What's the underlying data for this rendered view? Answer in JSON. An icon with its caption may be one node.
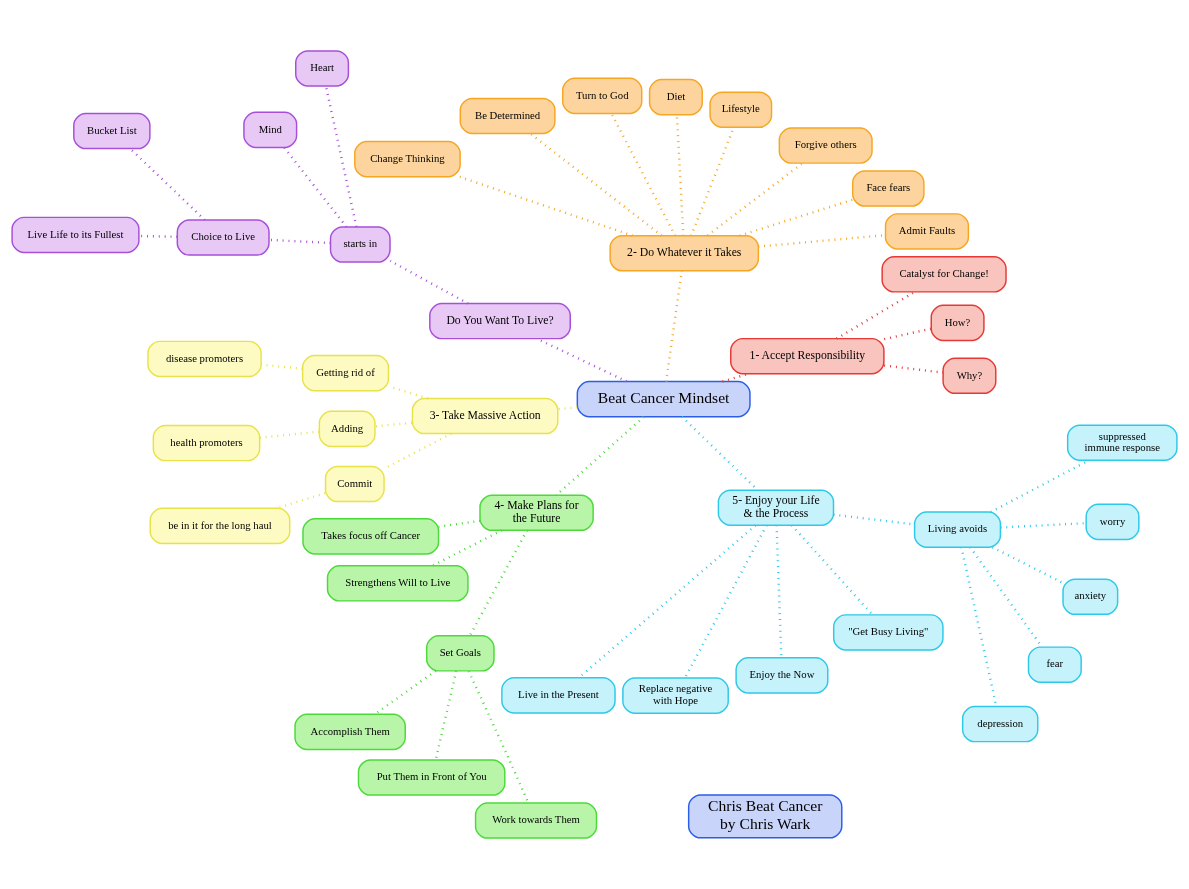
{
  "diagram": {
    "nodes": [
      {
        "text": [
          "Why?"
        ]
      },
      {
        "text": [
          "How?"
        ]
      },
      {
        "text": [
          "Catalyst for Change!"
        ]
      },
      {
        "text": [
          "Admit Faults"
        ]
      },
      {
        "text": [
          "Face fears"
        ]
      },
      {
        "text": [
          "Forgive others"
        ]
      },
      {
        "text": [
          "Lifestyle"
        ]
      },
      {
        "text": [
          "1- Accept Responsibility"
        ]
      },
      {
        "text": [
          "Diet"
        ]
      },
      {
        "text": [
          "2- Do Whatever it Takes"
        ]
      },
      {
        "text": [
          "Turn to God"
        ]
      },
      {
        "text": [
          "Be Determined"
        ]
      },
      {
        "text": [
          "disease promoters"
        ]
      },
      {
        "text": [
          "Change Thinking"
        ]
      },
      {
        "text": [
          "Getting rid of"
        ]
      },
      {
        "text": [
          "Do You Want To Live?"
        ]
      },
      {
        "text": [
          "Beat Cancer Mindset"
        ]
      },
      {
        "text": [
          "3- Take Massive Action"
        ]
      },
      {
        "text": [
          "Adding"
        ]
      },
      {
        "text": [
          "health promoters"
        ]
      },
      {
        "text": [
          "Heart"
        ]
      },
      {
        "text": [
          "starts in"
        ]
      },
      {
        "text": [
          "Mind"
        ]
      },
      {
        "text": [
          "Commit"
        ]
      },
      {
        "text": [
          "be in it for the long haul"
        ]
      },
      {
        "text": [
          "Choice to Live"
        ]
      },
      {
        "text": [
          "4- Make Plans for the Future"
        ]
      },
      {
        "text": [
          "Takes focus off Cancer"
        ]
      },
      {
        "text": [
          "5- Enjoy your Life & the Process"
        ]
      },
      {
        "text": [
          "Bucket List"
        ]
      },
      {
        "text": [
          "Live Life to its Fullest"
        ]
      },
      {
        "text": [
          "Strengthens Will to Live"
        ]
      },
      {
        "text": [
          "Live in the Present"
        ]
      },
      {
        "text": [
          "Replace negative with Hope"
        ]
      },
      {
        "text": [
          "Set Goals"
        ]
      },
      {
        "text": [
          "Enjoy the Now"
        ]
      },
      {
        "text": [
          "Accomplish Them"
        ]
      },
      {
        "text": [
          "Put Them in Front of You"
        ]
      },
      {
        "text": [
          "\"Get Busy Living\""
        ]
      },
      {
        "text": [
          "Chris Beat Cancer by Chris Wark"
        ]
      },
      {
        "text": [
          "Work towards Them"
        ]
      },
      {
        "text": [
          "Living avoids"
        ]
      },
      {
        "text": [
          "depression"
        ]
      },
      {
        "text": [
          "fear"
        ]
      },
      {
        "text": [
          "anxiety"
        ]
      },
      {
        "text": [
          "worry"
        ]
      },
      {
        "text": [
          "suppressed immune response"
        ]
      }
    ],
    "edges": [
      {
        "from": 16,
        "to": 7,
        "arrow": "none",
        "color": "#e53935"
      },
      {
        "from": 7,
        "to": 0,
        "arrow": "none",
        "color": "#e53935"
      },
      {
        "from": 7,
        "to": 1,
        "arrow": "none",
        "color": "#e53935"
      },
      {
        "from": 7,
        "to": 2,
        "arrow": "none",
        "color": "#e53935"
      },
      {
        "from": 16,
        "to": 9,
        "arrow": "none",
        "color": "#f5a623"
      },
      {
        "from": 9,
        "to": 8,
        "arrow": "none",
        "color": "#f5a623"
      },
      {
        "from": 9,
        "to": 6,
        "arrow": "none",
        "color": "#f5a623"
      },
      {
        "from": 9,
        "to": 4,
        "arrow": "none",
        "color": "#f5a623"
      },
      {
        "from": 9,
        "to": 3,
        "arrow": "none",
        "color": "#f5a623"
      },
      {
        "from": 9,
        "to": 5,
        "arrow": "none",
        "color": "#f5a623"
      },
      {
        "from": 9,
        "to": 10,
        "arrow": "none",
        "color": "#f5a623"
      },
      {
        "from": 9,
        "to": 11,
        "arrow": "none",
        "color": "#f5a623"
      },
      {
        "from": 9,
        "to": 13,
        "arrow": "none",
        "color": "#f5a623"
      },
      {
        "from": 16,
        "to": 17,
        "arrow": "none",
        "color": "#e8e24a"
      },
      {
        "from": 17,
        "to": 14,
        "arrow": "none",
        "color": "#e8e24a"
      },
      {
        "from": 14,
        "to": 12,
        "arrow": "none",
        "color": "#e8e24a"
      },
      {
        "from": 17,
        "to": 18,
        "arrow": "none",
        "color": "#e8e24a"
      },
      {
        "from": 18,
        "to": 19,
        "arrow": "none",
        "color": "#e8e24a"
      },
      {
        "from": 17,
        "to": 23,
        "arrow": "none",
        "color": "#e8e24a"
      },
      {
        "from": 23,
        "to": 24,
        "arrow": "none",
        "color": "#e8e24a"
      },
      {
        "from": 16,
        "to": 15,
        "arrow": "none",
        "color": "#a64fd9"
      },
      {
        "from": 15,
        "to": 21,
        "arrow": "none",
        "color": "#a64fd9"
      },
      {
        "from": 21,
        "to": 20,
        "arrow": "none",
        "color": "#a64fd9"
      },
      {
        "from": 21,
        "to": 22,
        "arrow": "none",
        "color": "#a64fd9"
      },
      {
        "from": 21,
        "to": 25,
        "arrow": "none",
        "color": "#a64fd9"
      },
      {
        "from": 25,
        "to": 29,
        "arrow": "none",
        "color": "#a64fd9"
      },
      {
        "from": 25,
        "to": 30,
        "arrow": "none",
        "color": "#a64fd9"
      },
      {
        "from": 16,
        "to": 26,
        "arrow": "none",
        "color": "#4cd93a"
      },
      {
        "from": 26,
        "to": 27,
        "arrow": "none",
        "color": "#4cd93a"
      },
      {
        "from": 26,
        "to": 31,
        "arrow": "none",
        "color": "#4cd93a"
      },
      {
        "from": 26,
        "to": 34,
        "arrow": "none",
        "color": "#4cd93a"
      },
      {
        "from": 34,
        "to": 37,
        "arrow": "none",
        "color": "#4cd93a"
      },
      {
        "from": 34,
        "to": 40,
        "arrow": "none",
        "color": "#4cd93a"
      },
      {
        "from": 34,
        "to": 36,
        "arrow": "none",
        "color": "#4cd93a"
      },
      {
        "from": 16,
        "to": 28,
        "arrow": "none",
        "color": "#2ec8e8"
      },
      {
        "from": 28,
        "to": 32,
        "arrow": "none",
        "color": "#2ec8e8"
      },
      {
        "from": 28,
        "to": 35,
        "arrow": "none",
        "color": "#2ec8e8"
      },
      {
        "from": 28,
        "to": 38,
        "arrow": "none",
        "color": "#2ec8e8"
      },
      {
        "from": 28,
        "to": 41,
        "arrow": "none",
        "color": "#2ec8e8"
      },
      {
        "from": 28,
        "to": 33,
        "arrow": "none",
        "color": "#2ec8e8"
      },
      {
        "from": 41,
        "to": 42,
        "arrow": "none",
        "color": "#2ec8e8"
      },
      {
        "from": 41,
        "to": 43,
        "arrow": "none",
        "color": "#2ec8e8"
      },
      {
        "from": 41,
        "to": 44,
        "arrow": "none",
        "color": "#2ec8e8"
      },
      {
        "from": 41,
        "to": 45,
        "arrow": "none",
        "color": "#2ec8e8"
      },
      {
        "from": 41,
        "to": 46,
        "arrow": "none",
        "color": "#2ec8e8"
      }
    ]
  }
}
